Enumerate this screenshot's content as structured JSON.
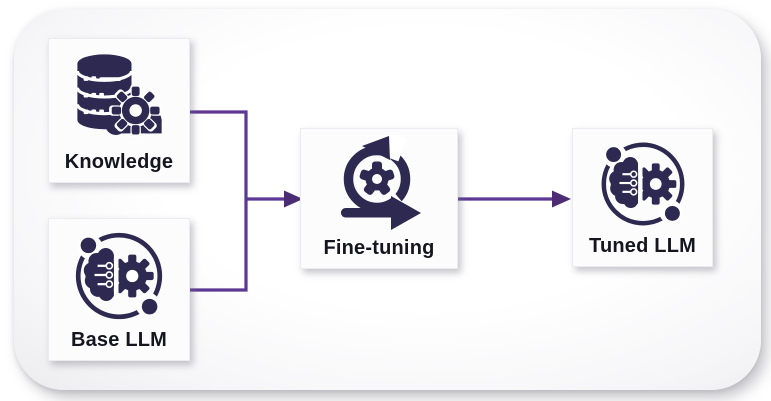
{
  "diagram": {
    "description": "Fine-tuning workflow diagram: Knowledge and Base LLM feed into Fine-tuning, which produces Tuned LLM",
    "nodes": [
      {
        "id": "knowledge",
        "label": "Knowledge",
        "icon": "database-gear-icon"
      },
      {
        "id": "base-llm",
        "label": "Base LLM",
        "icon": "ai-brain-gear-icon"
      },
      {
        "id": "fine-tuning",
        "label": "Fine-tuning",
        "icon": "iteration-cycle-icon"
      },
      {
        "id": "tuned-llm",
        "label": "Tuned LLM",
        "icon": "ai-brain-gear-icon"
      }
    ],
    "edges": [
      {
        "from": "knowledge",
        "to": "fine-tuning"
      },
      {
        "from": "base-llm",
        "to": "fine-tuning"
      },
      {
        "from": "fine-tuning",
        "to": "tuned-llm"
      }
    ],
    "colors": {
      "icon_navy": "#2d2950",
      "connector_purple": "#5c3794",
      "arrowhead_purple": "#4c2d75",
      "label_text": "#15151f",
      "card_background": "#f6f6f8",
      "node_background": "#fcfcfd"
    }
  }
}
